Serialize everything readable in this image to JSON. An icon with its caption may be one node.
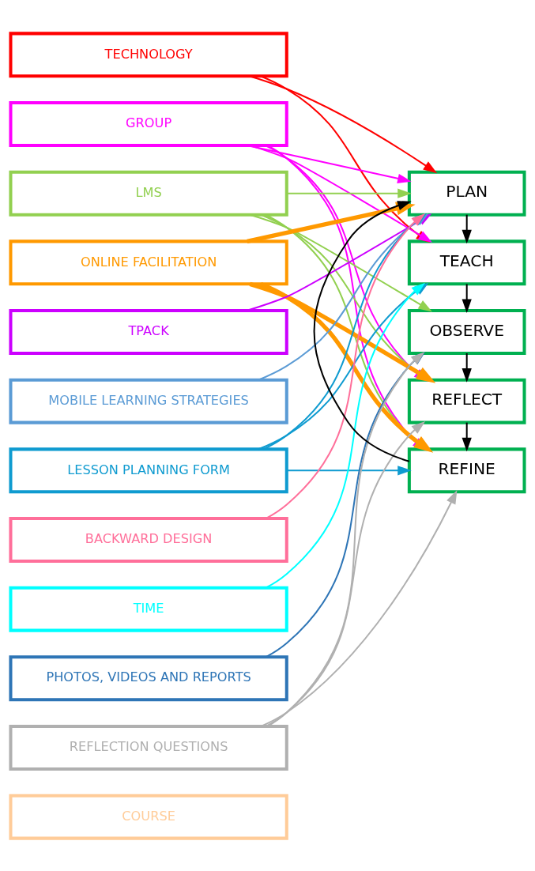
{
  "diagram": {
    "nodes": [
      {
        "text": [
          "TECHNOLOGY"
        ]
      },
      {
        "text": [
          "GROUP"
        ]
      },
      {
        "text": [
          "LMS"
        ]
      },
      {
        "text": [
          "ONLINE FACILITATION"
        ]
      },
      {
        "text": [
          "TPACK"
        ]
      },
      {
        "text": [
          "MOBILE LEARNING STRATEGIES"
        ]
      },
      {
        "text": [
          "LESSON PLANNING FORM"
        ]
      },
      {
        "text": [
          "BACKWARD DESIGN"
        ]
      },
      {
        "text": [
          "TIME"
        ]
      },
      {
        "text": [
          "PHOTOS, VIDEOS AND REPORTS"
        ]
      },
      {
        "text": [
          "REFLECTION QUESTIONS"
        ]
      },
      {
        "text": [
          "COURSE"
        ]
      },
      {
        "text": [
          "PLAN"
        ]
      },
      {
        "text": [
          "TEACH"
        ]
      },
      {
        "text": [
          "OBSERVE"
        ]
      },
      {
        "text": [
          "REFLECT"
        ]
      },
      {
        "text": [
          "REFINE"
        ]
      }
    ],
    "edges": [
      {
        "from": 0,
        "to": 12,
        "arrow": "to",
        "color": "#ff0000"
      },
      {
        "from": 0,
        "to": 13,
        "arrow": "to",
        "color": "#ff0000"
      },
      {
        "from": 1,
        "to": 12,
        "arrow": "to",
        "color": "#ff00ff"
      },
      {
        "from": 1,
        "to": 13,
        "arrow": "to",
        "color": "#ff00ff"
      },
      {
        "from": 1,
        "to": 15,
        "arrow": "to",
        "color": "#ff00ff"
      },
      {
        "from": 1,
        "to": 16,
        "arrow": "to",
        "color": "#ff00ff"
      },
      {
        "from": 2,
        "to": 12,
        "arrow": "to",
        "color": "#92d050"
      },
      {
        "from": 2,
        "to": 14,
        "arrow": "to",
        "color": "#92d050"
      },
      {
        "from": 2,
        "to": 15,
        "arrow": "to",
        "color": "#92d050"
      },
      {
        "from": 2,
        "to": 16,
        "arrow": "to",
        "color": "#92d050"
      },
      {
        "from": 3,
        "to": 12,
        "arrow": "to",
        "style": "thick",
        "color": "#ff9900"
      },
      {
        "from": 3,
        "to": 15,
        "arrow": "to",
        "style": "thick",
        "color": "#ff9900"
      },
      {
        "from": 3,
        "to": 16,
        "arrow": "to",
        "style": "thick",
        "color": "#ff9900"
      },
      {
        "from": 4,
        "to": 12,
        "arrow": "to",
        "color": "#cc00ff"
      },
      {
        "from": 5,
        "to": 12,
        "arrow": "to",
        "color": "#5b9bd5"
      },
      {
        "from": 6,
        "to": 12,
        "arrow": "to",
        "color": "#0f9bd0"
      },
      {
        "from": 6,
        "to": 13,
        "arrow": "to",
        "color": "#0f9bd0"
      },
      {
        "from": 6,
        "to": 16,
        "arrow": "to",
        "color": "#0f9bd0"
      },
      {
        "from": 7,
        "to": 12,
        "arrow": "to",
        "color": "#ff6f9a"
      },
      {
        "from": 8,
        "to": 13,
        "arrow": "to",
        "color": "#00ffff"
      },
      {
        "from": 9,
        "to": 14,
        "arrow": "to",
        "color": "#2e75b6"
      },
      {
        "from": 10,
        "to": 14,
        "arrow": "to",
        "color": "#b0b0b0"
      },
      {
        "from": 10,
        "to": 15,
        "arrow": "to",
        "color": "#b0b0b0"
      },
      {
        "from": 10,
        "to": 16,
        "arrow": "to",
        "color": "#b0b0b0"
      },
      {
        "from": 12,
        "to": 13,
        "arrow": "to"
      },
      {
        "from": 13,
        "to": 14,
        "arrow": "to"
      },
      {
        "from": 14,
        "to": 15,
        "arrow": "to"
      },
      {
        "from": 15,
        "to": 16,
        "arrow": "to"
      },
      {
        "from": 16,
        "to": 12,
        "arrow": "to"
      }
    ]
  }
}
